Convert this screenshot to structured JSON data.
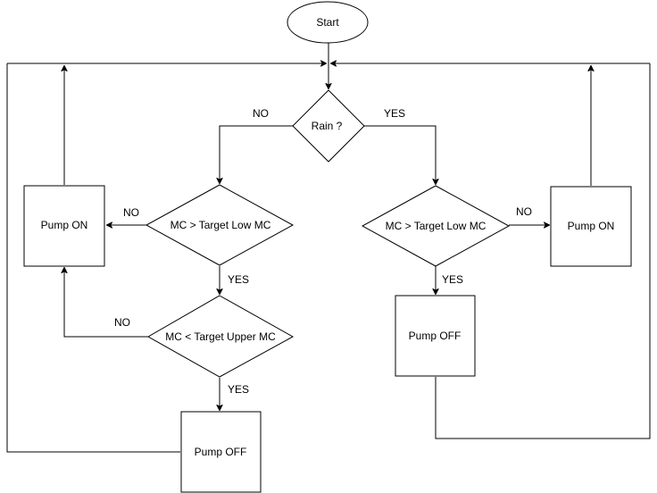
{
  "flowchart": {
    "start": "Start",
    "decision_rain": "Rain ?",
    "label_no_left": "NO",
    "label_yes_right": "YES",
    "left": {
      "decision_lower": "MC > Target  Low MC",
      "label_no": "NO",
      "pump_on": "Pump ON",
      "label_yes": "YES",
      "decision_upper": "MC < Target  Upper MC",
      "label_no_upper": "NO",
      "label_yes_upper": "YES",
      "pump_off": "Pump OFF"
    },
    "right": {
      "decision_lower": "MC > Target  Low MC",
      "label_no": "NO",
      "pump_on": "Pump ON",
      "label_yes": "YES",
      "pump_off": "Pump OFF"
    }
  },
  "colors": {
    "stroke": "#000000",
    "fill": "#ffffff",
    "text": "#000000"
  }
}
